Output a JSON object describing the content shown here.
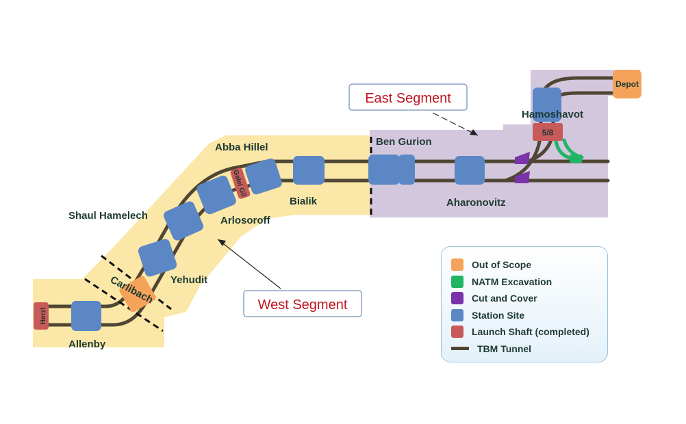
{
  "colors": {
    "west_bg": "#fbe7a7",
    "east_bg": "#d3c7dd",
    "tunnel": "#4f4633",
    "out_of_scope": "#f5a35a",
    "natm": "#1fb565",
    "cut_cover": "#7a33a8",
    "station": "#5b87c5",
    "launch_shaft": "#c85a5a",
    "callout_text": "#c0151d"
  },
  "stations": {
    "abba_hillel": "Abba Hillel",
    "ben_gurion": "Ben Gurion",
    "hamoshavot": "Hamoshavot",
    "shaul_hamelech": "Shaul Hamelech",
    "bialik": "Bialik",
    "aharonovitz": "Aharonovitz",
    "arlosoroff": "Arlosoroff",
    "yehudit": "Yehudit",
    "carlibach": "Carlibach",
    "allenby": "Allenby"
  },
  "shafts": {
    "herzl": "Herzl",
    "galei_gil": "Galei Gil",
    "five_eight": "5/8",
    "depot": "Depot"
  },
  "segments": {
    "east": "East Segment",
    "west": "West Segment"
  },
  "legend": [
    {
      "label": "Out of Scope",
      "color": "#f5a35a",
      "kind": "box"
    },
    {
      "label": "NATM Excavation",
      "color": "#1fb565",
      "kind": "box"
    },
    {
      "label": "Cut and Cover",
      "color": "#7a33a8",
      "kind": "box"
    },
    {
      "label": "Station Site",
      "color": "#5b87c5",
      "kind": "box"
    },
    {
      "label": "Launch Shaft (completed)",
      "color": "#c85a5a",
      "kind": "box"
    },
    {
      "label": "TBM Tunnel",
      "color": "#4f4633",
      "kind": "line"
    }
  ]
}
